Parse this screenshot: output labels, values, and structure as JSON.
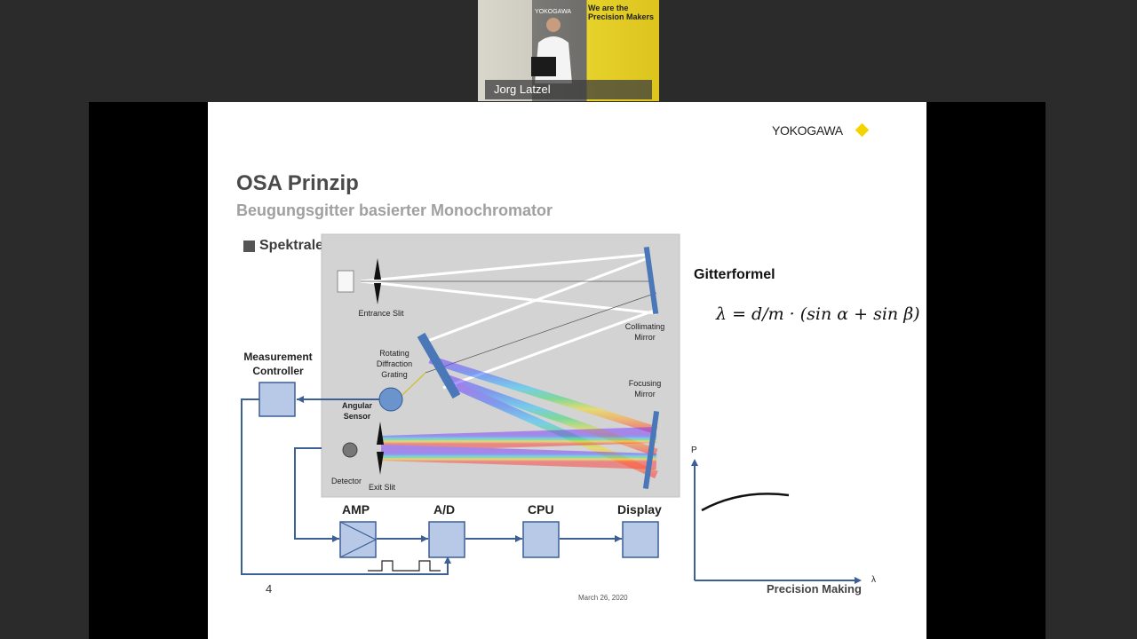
{
  "video": {
    "participant_name": "Jorg Latzel",
    "backdrop_sign": "We are the Precision Makers",
    "backdrop_small": "YOKOGAWA"
  },
  "slide": {
    "logo": "YOKOGAWA",
    "title": "OSA Prinzip",
    "subtitle": "Beugungsgitter basierter Monochromator",
    "bullet": "Spektrale Filterung",
    "formula_heading": "Gitterformel",
    "formula": "λ = d/m · (sin α + sin β)",
    "page_number": "4",
    "date": "March 26, 2020",
    "footer": "Precision Making",
    "accent_color": "#f2d500",
    "diagram": {
      "entrance_slit": "Entrance Slit",
      "collimating_mirror": "Collimating Mirror",
      "rotating_grating": "Rotating Diffraction Grating",
      "focusing_mirror": "Focusing Mirror",
      "angular_sensor": "Angular Sensor",
      "detector": "Detector",
      "exit_slit": "Exit Slit",
      "measurement_controller": "Measurement Controller",
      "blocks": [
        "AMP",
        "A/D",
        "CPU",
        "Display"
      ],
      "plot_y_label": "P",
      "plot_x_label": "λ",
      "box_color": "#b7c9e6",
      "line_color": "#3c5f96"
    }
  }
}
